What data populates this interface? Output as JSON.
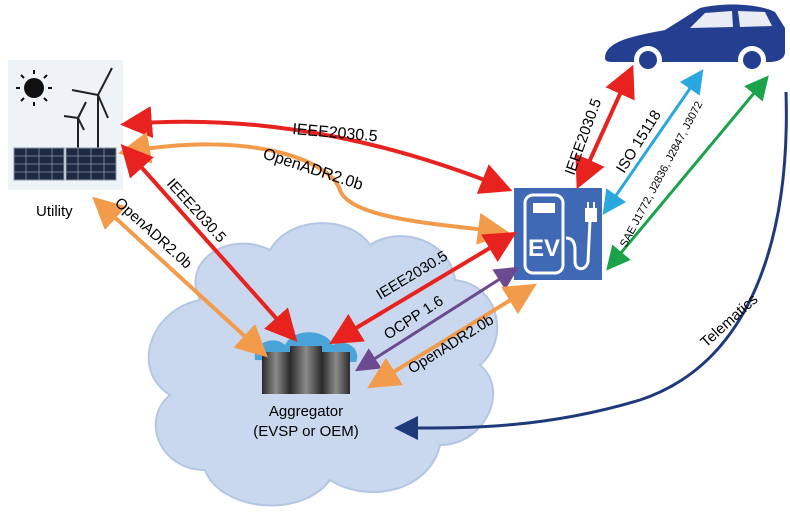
{
  "nodes": {
    "utility": "Utility",
    "aggregator_line1": "Aggregator",
    "aggregator_line2": "(EVSP or OEM)",
    "charger_text": "EV"
  },
  "links": {
    "utility_ev_ieee": "IEEE2030.5",
    "utility_ev_openadr": "OpenADR2.0b",
    "utility_agg_ieee": "IEEE2030.5",
    "utility_agg_openadr": "OpenADR2.0b",
    "agg_ev_ieee": "IEEE2030.5",
    "agg_ev_ocpp": "OCPP 1.6",
    "agg_ev_openadr": "OpenADR2.0b",
    "car_ev_ieee": "IEEE2030.5",
    "car_ev_iso": "ISO 15118",
    "car_ev_sae": "SAE J1772, J2836, J2847, J3072",
    "telematics": "Telematics"
  },
  "colors": {
    "ieee": "#e8231f",
    "openadr": "#f29b4a",
    "ocpp": "#6d4a8f",
    "iso": "#2aa7df",
    "sae": "#1aa34a",
    "telematics": "#1f3a7a",
    "charger": "#3f68b5",
    "car": "#243f8f",
    "cloud": "#c9d8ee"
  }
}
